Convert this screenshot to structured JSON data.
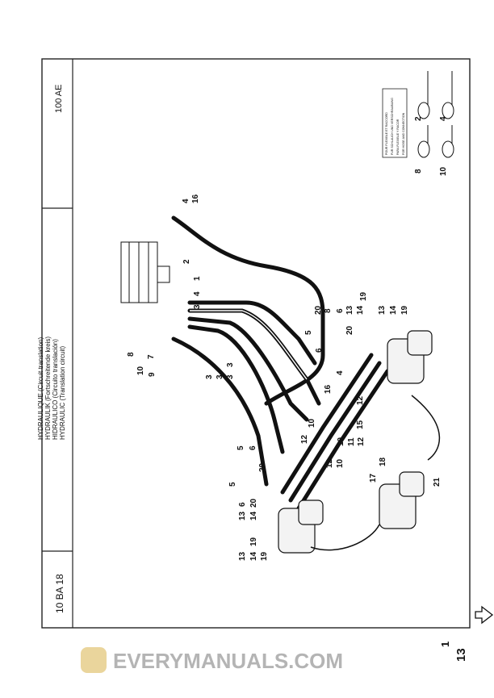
{
  "header": {
    "model": "100 AE",
    "section": "10 BA 18"
  },
  "title_lines": [
    "HYDRAULIQUE (Circuit translation)",
    "HYDRAULIK (Fortschreitende kreis)",
    "HIDRAULICO (Circuito translación)",
    "HYDRAULIC (Translation circuit)"
  ],
  "torque_note": {
    "lines": [
      "POUR FLEXIBLE ET RACCORD",
      "FUR SCHLAUCH UND VERSCHRAUBUNG",
      "PARA FLEXIBLE Y RACOR",
      "FOR HOSE AND CONNECTION"
    ],
    "details": [
      "8",
      "2",
      "10",
      "4"
    ]
  },
  "callouts": [
    "4",
    "16",
    "2",
    "1",
    "4",
    "3",
    "8",
    "10",
    "9",
    "7",
    "3",
    "3",
    "3",
    "3",
    "20",
    "5",
    "6",
    "8",
    "6",
    "13",
    "14",
    "19",
    "13",
    "14",
    "19",
    "20",
    "4",
    "16",
    "12",
    "12",
    "10",
    "15",
    "11",
    "12",
    "10",
    "12",
    "10",
    "5",
    "6",
    "20",
    "5",
    "6",
    "13",
    "20",
    "14",
    "19",
    "13",
    "14",
    "19",
    "17",
    "18",
    "21"
  ],
  "page_number": {
    "major": "1",
    "minor": "13"
  },
  "watermark": "EVERYMANUALS.COM",
  "next_arrow_icon": "arrow-right-icon",
  "colors": {
    "ink": "#111111",
    "watermark": "#d9b24a"
  }
}
